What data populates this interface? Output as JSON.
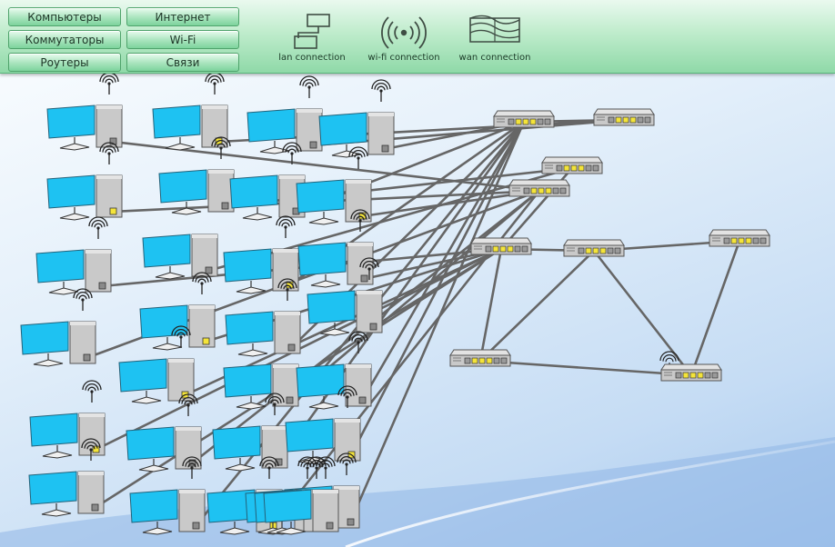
{
  "toolbar": {
    "buttons": [
      {
        "label": "Компьютеры"
      },
      {
        "label": "Коммутаторы"
      },
      {
        "label": "Роутеры"
      },
      {
        "label": "Интернет"
      },
      {
        "label": "Wi-Fi"
      },
      {
        "label": "Связи"
      }
    ],
    "tools": [
      {
        "label": "lan connection",
        "icon": "lan-connection-icon"
      },
      {
        "label": "wi-fi connection",
        "icon": "wifi-connection-icon"
      },
      {
        "label": "wan connection",
        "icon": "wan-connection-icon"
      }
    ]
  },
  "colors": {
    "monitor": "#1ec2f2",
    "tower": "#c9c9c9",
    "cable": "#666666",
    "port_active": "#f4e43a"
  },
  "computers": [
    {
      "id": "pc1",
      "wifi": true
    },
    {
      "id": "pc2",
      "wifi": true
    },
    {
      "id": "pc3",
      "wifi": true
    },
    {
      "id": "pc4",
      "wifi": true
    },
    {
      "id": "pc5",
      "wifi": true
    },
    {
      "id": "pc6",
      "wifi": true
    },
    {
      "id": "pc7",
      "wifi": true
    },
    {
      "id": "pc8",
      "wifi": true
    },
    {
      "id": "pc9",
      "wifi": true
    },
    {
      "id": "pc10",
      "wifi": false
    },
    {
      "id": "pc11",
      "wifi": true
    },
    {
      "id": "pc12",
      "wifi": true
    },
    {
      "id": "pc13",
      "wifi": true
    },
    {
      "id": "pc14",
      "wifi": true
    },
    {
      "id": "pc15",
      "wifi": true
    },
    {
      "id": "pc16",
      "wifi": true
    },
    {
      "id": "pc17",
      "wifi": true
    },
    {
      "id": "pc18",
      "wifi": false
    },
    {
      "id": "pc19",
      "wifi": true
    },
    {
      "id": "pc20",
      "wifi": true
    },
    {
      "id": "pc21",
      "wifi": true
    },
    {
      "id": "pc22",
      "wifi": true
    },
    {
      "id": "pc23",
      "wifi": true
    },
    {
      "id": "pc24",
      "wifi": true
    },
    {
      "id": "pc25",
      "wifi": true
    },
    {
      "id": "pc26",
      "wifi": true
    },
    {
      "id": "pc27",
      "wifi": true
    },
    {
      "id": "pc28",
      "wifi": true
    },
    {
      "id": "pc29",
      "wifi": true
    },
    {
      "id": "pc30",
      "wifi": true
    }
  ],
  "switches": [
    {
      "id": "sw1",
      "wifi": false
    },
    {
      "id": "sw2",
      "wifi": false
    },
    {
      "id": "sw3",
      "wifi": false
    },
    {
      "id": "sw4",
      "wifi": false
    },
    {
      "id": "sw5",
      "wifi": false
    },
    {
      "id": "sw6",
      "wifi": false
    },
    {
      "id": "sw7",
      "wifi": false
    },
    {
      "id": "sw8",
      "wifi": false
    },
    {
      "id": "sw9",
      "wifi": true
    }
  ]
}
